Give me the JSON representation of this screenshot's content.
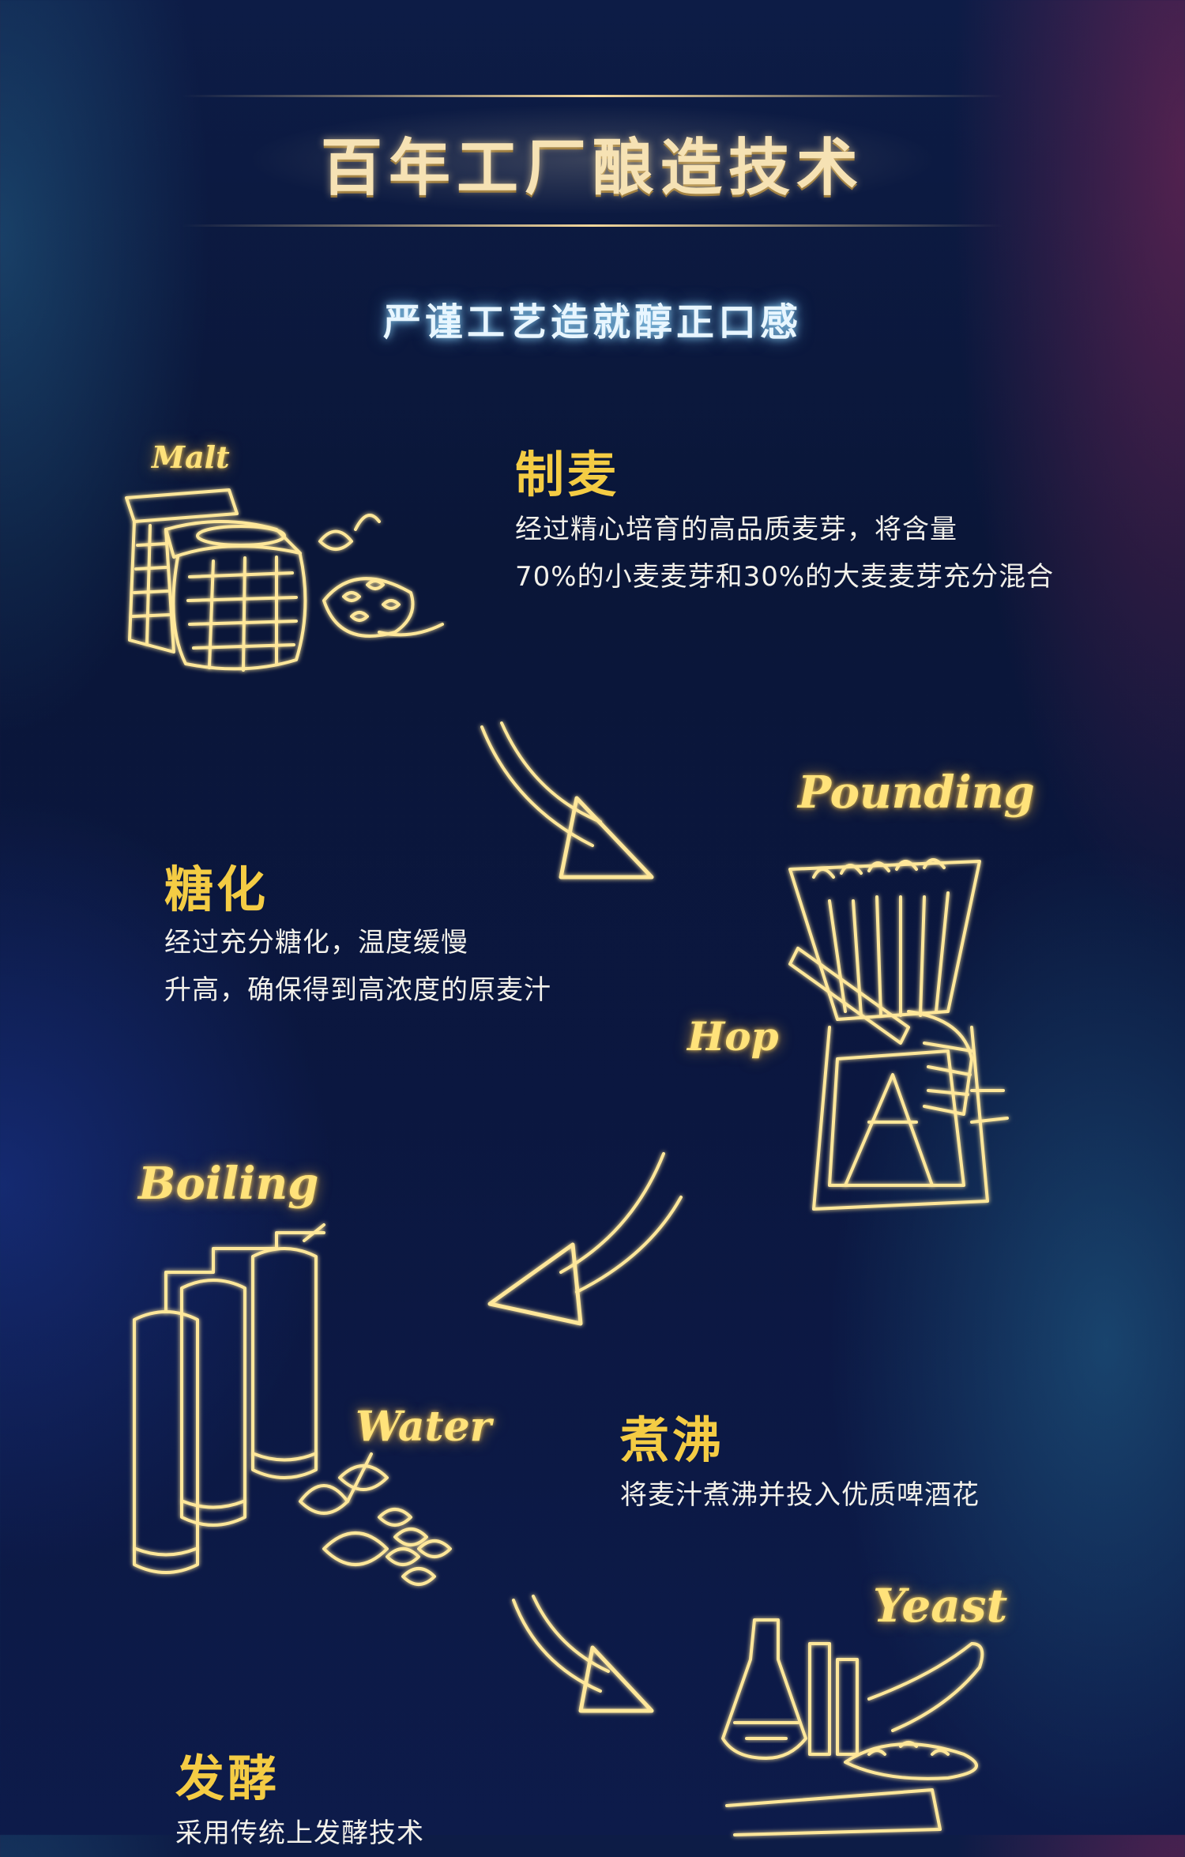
{
  "header": {
    "title": "百年工厂酿造技术",
    "subtitle": "严谨工艺造就醇正口感"
  },
  "steps": [
    {
      "title": "制麦",
      "lines": [
        "经过精心培育的高品质麦芽，将含量",
        "70%的小麦麦芽和30%的大麦麦芽充分混合"
      ],
      "label": "Malt"
    },
    {
      "title": "糖化",
      "lines": [
        "经过充分糖化，温度缓慢",
        "升高，确保得到高浓度的原麦汁"
      ],
      "label": "Pounding",
      "label2": "Hop"
    },
    {
      "title": "煮沸",
      "lines": [
        "将麦汁煮沸并投入优质啤酒花"
      ],
      "label": "Boiling",
      "label2": "Water"
    },
    {
      "title": "发酵",
      "lines": [
        "采用传统上发酵技术"
      ],
      "label": "Yeast"
    }
  ],
  "colors": {
    "accent": "#f4cc44",
    "glow": "#ffe27a",
    "background": "#0b1740"
  }
}
